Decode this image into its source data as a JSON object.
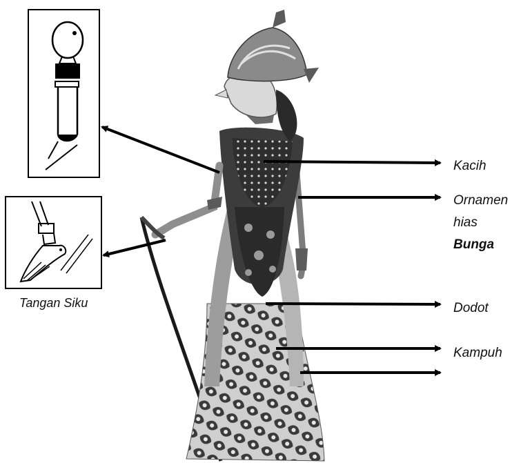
{
  "labels": {
    "kacih": "Kacih",
    "ornamen_1": "Ornamen",
    "ornamen_2": "hias",
    "ornamen_3": "Bunga",
    "dodot": "Dodot",
    "kampuh": "Kampuh",
    "tangan_siku": "Tangan Siku"
  },
  "colors": {
    "ink": "#000000",
    "fabric_dark": "#2b2b2b",
    "fabric_mid": "#6e6e6e",
    "fabric_light": "#bdbdbd",
    "crown": "#8a8a8a"
  },
  "figures": {
    "inset_top": "upper-arm-joint-detail",
    "inset_left": "elbow-hand-detail",
    "main": "wayang-kulit-puppet-photo"
  }
}
